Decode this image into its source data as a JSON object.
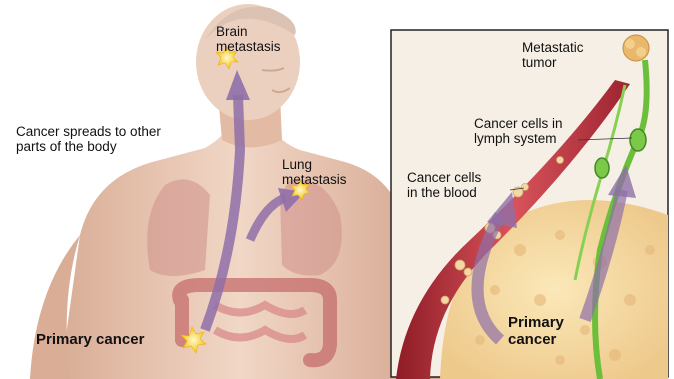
{
  "labels": {
    "brain_metastasis": "Brain\nmetastasis",
    "cancer_spreads": "Cancer spreads to other\nparts of the body",
    "lung_metastasis": "Lung\nmetastasis",
    "primary_cancer_left": "Primary cancer",
    "metastatic_tumor": "Metastatic\ntumor",
    "cancer_cells_lymph": "Cancer cells in\nlymph system",
    "cancer_cells_blood": "Cancer cells\nin the blood",
    "primary_cancer_right": "Primary\ncancer"
  },
  "colors": {
    "skin": "#e9c8b4",
    "arrow": "#8f6fa8",
    "tumor": "#f2dc3a",
    "blood_vessel": "#c4323e",
    "lymph_vessel": "#6bbf3a",
    "tissue": "#f3d9a3",
    "panel_background": "#f6efe6"
  }
}
